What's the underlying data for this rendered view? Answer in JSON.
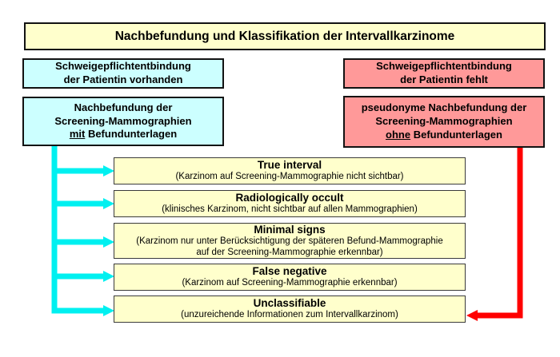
{
  "title": "Nachbefundung und Klassifikation der Intervallkarzinome",
  "left_branch": {
    "consent_box": {
      "line1": "Schweigepflichtentbindung",
      "line2": "der Patientin vorhanden"
    },
    "review_box": {
      "line1": "Nachbefundung der",
      "line2": "Screening-Mammographien",
      "emphasis": "mit",
      "line3_rest": "Befundunterlagen"
    }
  },
  "right_branch": {
    "consent_box": {
      "line1": "Schweigepflichtentbindung",
      "line2": "der Patientin fehlt"
    },
    "review_box": {
      "line1": "pseudonyme Nachbefundung der",
      "line2": "Screening-Mammographien",
      "emphasis": "ohne",
      "line3_rest": "Befundunterlagen"
    }
  },
  "categories": [
    {
      "title": "True interval",
      "subtitle": "(Karzinom auf Screening-Mammographie nicht sichtbar)"
    },
    {
      "title": "Radiologically occult",
      "subtitle": "(klinisches Karzinom, nicht sichtbar auf allen Mammographien)"
    },
    {
      "title": "Minimal signs",
      "subtitle_line1": "(Karzinom nur unter Berücksichtigung der späteren Befund-Mammographie",
      "subtitle_line2": "auf der Screening-Mammographie erkennbar)"
    },
    {
      "title": "False negative",
      "subtitle": "(Karzinom auf Screening-Mammographie erkennbar)"
    },
    {
      "title": "Unclassifiable",
      "subtitle": "(unzureichende Informationen zum Intervallkarzinom)"
    }
  ],
  "colors": {
    "yellow_bg": "#FFFFCC",
    "cyan_bg": "#CCFFFF",
    "pink_bg": "#FF9999",
    "cyan_arrow": "#00F0F0",
    "red_arrow": "#FF0000"
  }
}
